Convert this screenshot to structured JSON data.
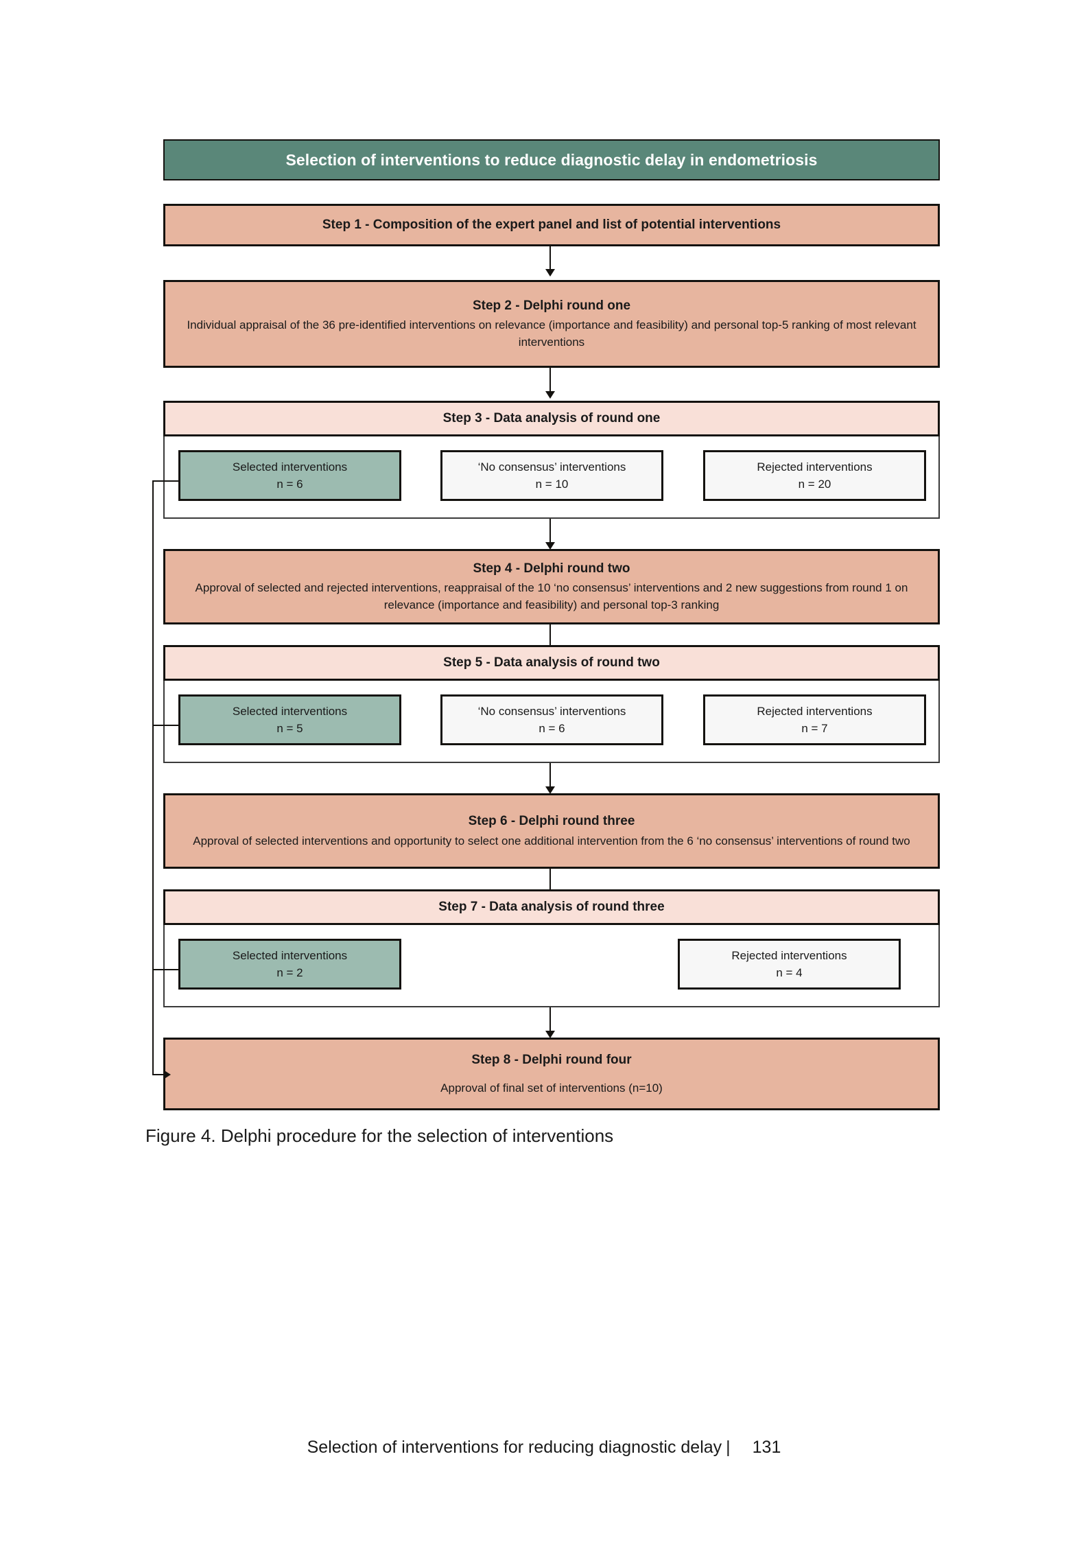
{
  "figure": {
    "banner": "Selection of interventions to reduce diagnostic delay in endometriosis",
    "caption": "Figure 4. Delphi procedure for the selection of interventions",
    "colors": {
      "banner_green": "#5a8779",
      "round_salmon": "#e7b59f",
      "analysis_peach": "#f9e0d8",
      "selected_green": "#9cbbb0",
      "neutral_white": "#f7f7f7",
      "outline": "#14120f"
    },
    "steps": {
      "step1": {
        "heading": "Step 1 - Composition of the expert panel and list of potential interventions",
        "body": ""
      },
      "step2": {
        "heading": "Step 2 - Delphi round one",
        "body": "Individual appraisal of the 36 pre-identified interventions on relevance (importance and feasibility) and personal top-5 ranking of most relevant interventions"
      },
      "step3": {
        "heading": "Step 3 - Data analysis of round one",
        "outcomes": [
          {
            "label": "Selected interventions",
            "count": "n = 6",
            "kind": "selected"
          },
          {
            "label": "‘No consensus’ interventions",
            "count": "n = 10",
            "kind": "no-consensus"
          },
          {
            "label": "Rejected interventions",
            "count": "n = 20",
            "kind": "rejected"
          }
        ]
      },
      "step4": {
        "heading": "Step 4 - Delphi round two",
        "body": "Approval of selected and rejected interventions, reappraisal of the 10 ‘no consensus’ interventions and 2 new suggestions from round 1  on relevance (importance and feasibility) and personal top-3 ranking"
      },
      "step5": {
        "heading": "Step 5 - Data analysis of round two",
        "outcomes": [
          {
            "label": "Selected interventions",
            "count": "n = 5",
            "kind": "selected"
          },
          {
            "label": "‘No consensus’ interventions",
            "count": "n = 6",
            "kind": "no-consensus"
          },
          {
            "label": "Rejected interventions",
            "count": "n = 7",
            "kind": "rejected"
          }
        ]
      },
      "step6": {
        "heading": "Step 6 - Delphi round three",
        "body": "Approval of selected interventions and opportunity to select one additional intervention from the 6 ‘no consensus’ interventions of round two"
      },
      "step7": {
        "heading": "Step 7 - Data analysis of round three",
        "outcomes": [
          {
            "label": "Selected interventions",
            "count": "n = 2",
            "kind": "selected"
          },
          {
            "label": "Rejected interventions",
            "count": "n = 4",
            "kind": "rejected"
          }
        ]
      },
      "step8": {
        "heading": "Step 8 - Delphi round four",
        "body": "Approval of final set of interventions (n=10)"
      }
    }
  },
  "page_footer": {
    "running_title": "Selection of interventions for reducing diagnostic delay",
    "separator": "|",
    "page_number": "131"
  }
}
